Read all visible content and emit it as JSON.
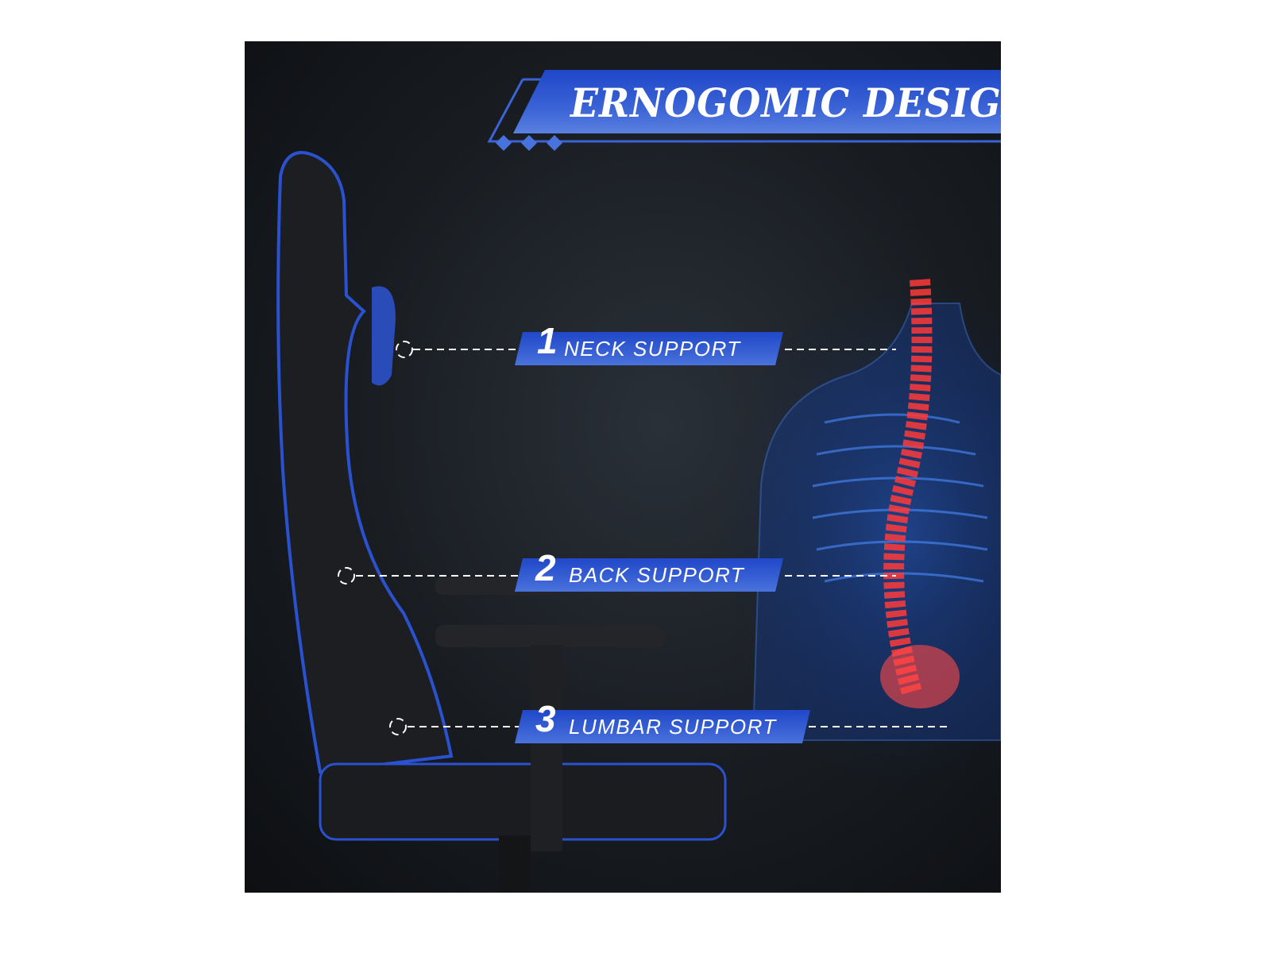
{
  "title": "ERNOGOMIC DESIGH",
  "features": [
    {
      "number": "1",
      "label": "NECK SUPPORT"
    },
    {
      "number": "2",
      "label": "BACK SUPPORT"
    },
    {
      "number": "3",
      "label": "LUMBAR SUPPORT"
    }
  ],
  "colors": {
    "accent": "#2a52d0",
    "background": "#15191e",
    "spine": "#ff3a3a"
  }
}
